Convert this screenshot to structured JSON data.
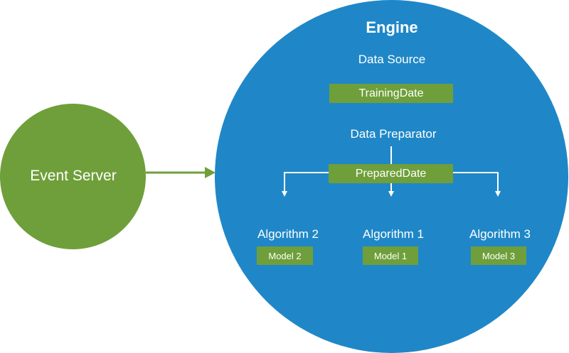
{
  "event_server": {
    "label": "Event Server"
  },
  "engine": {
    "title": "Engine",
    "data_source": {
      "label": "Data Source",
      "box": "TrainingDate"
    },
    "data_preparator": {
      "label": "Data Preparator",
      "box": "PreparedDate"
    },
    "algorithms": [
      {
        "label": "Algorithm 2",
        "model": "Model 2"
      },
      {
        "label": "Algorithm 1",
        "model": "Model 1"
      },
      {
        "label": "Algorithm 3",
        "model": "Model 3"
      }
    ]
  },
  "colors": {
    "engine_blue": "#1f87c7",
    "event_green": "#6f9f3a",
    "arrow_green": "#6f9f3a",
    "text_white": "#ffffff"
  }
}
